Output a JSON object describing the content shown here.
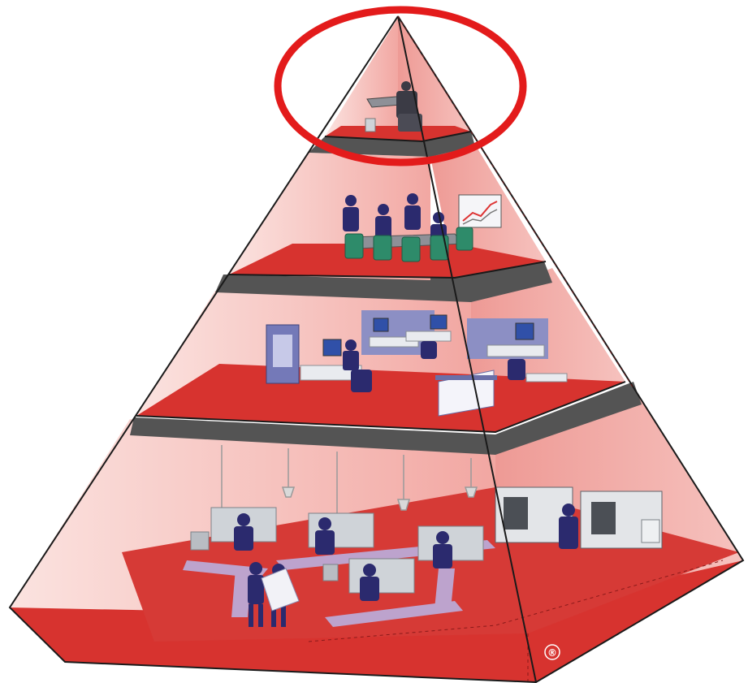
{
  "diagram": {
    "type": "organizational-pyramid",
    "levels": [
      {
        "level": 1,
        "scene": "executive-office"
      },
      {
        "level": 2,
        "scene": "management-meeting"
      },
      {
        "level": 3,
        "scene": "engineering-workstations"
      },
      {
        "level": 4,
        "scene": "production-shop-floor"
      }
    ],
    "highlighted_level": 1,
    "highlight_color": "#e31b1b",
    "registered_mark": "®"
  },
  "colors": {
    "floor": "#d7332f",
    "wall": "#f3b0ab",
    "wall_dark": "#e98b86",
    "slab": "#545454",
    "figure": "#2b2a6e",
    "chair": "#2e8b6a",
    "machine": "#cfd3d8"
  }
}
